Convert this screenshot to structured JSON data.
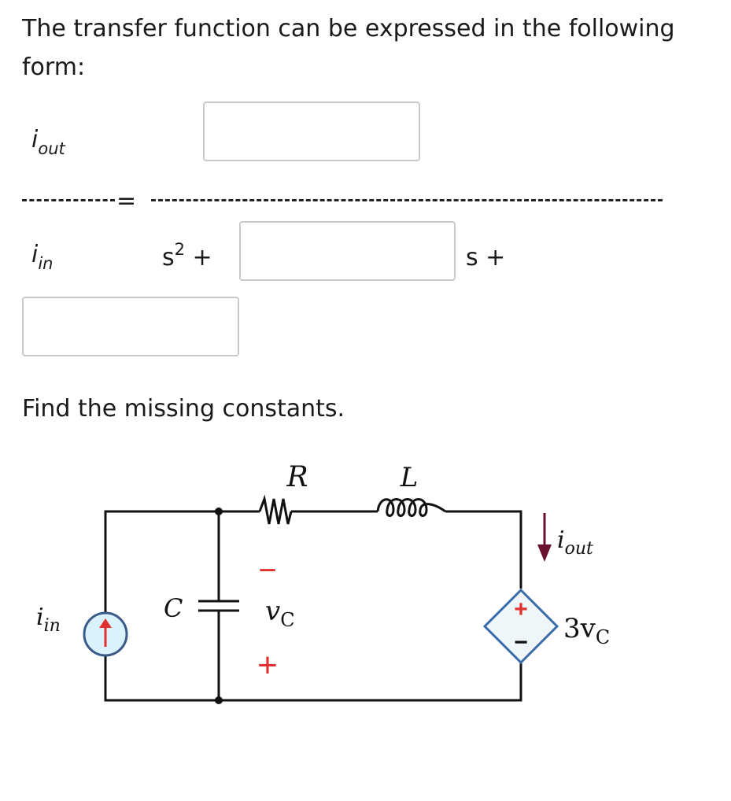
{
  "question": {
    "intro": "The transfer function can be expressed in the following form:",
    "numerator_var": {
      "base": "i",
      "sub": "out"
    },
    "denominator_var": {
      "base": "i",
      "sub": "in"
    },
    "equals": "=",
    "s_squared_term": {
      "base": "s",
      "sup": "2",
      "op": " +"
    },
    "s_term": "s +",
    "inputs": [
      {
        "name": "numerator",
        "value": ""
      },
      {
        "name": "s-coefficient",
        "value": ""
      },
      {
        "name": "constant-term",
        "value": ""
      }
    ],
    "instruction": "Find the missing constants."
  },
  "circuit": {
    "labels": {
      "R": "R",
      "L": "L",
      "C": "C",
      "vc_base": "v",
      "vc_sub": "C",
      "iin_base": "i",
      "iin_sub": "in",
      "iout_base": "i",
      "iout_sub": "out",
      "dep_source": "3v",
      "dep_source_sub": "C",
      "vc_minus": "−",
      "vc_plus": "+",
      "dep_plus": "+",
      "dep_minus": "−"
    },
    "colors": {
      "wire": "#111111",
      "current_source_fill": "#d9f2fb",
      "current_source_stroke": "#3a5a8a",
      "current_arrow": "#e03030",
      "dep_source_fill": "#eef6f9",
      "dep_source_stroke": "#3a6aa8",
      "dep_plus": "#e03030",
      "iout_arrow": "#6a1030",
      "vc_sign": "#e03030"
    }
  }
}
